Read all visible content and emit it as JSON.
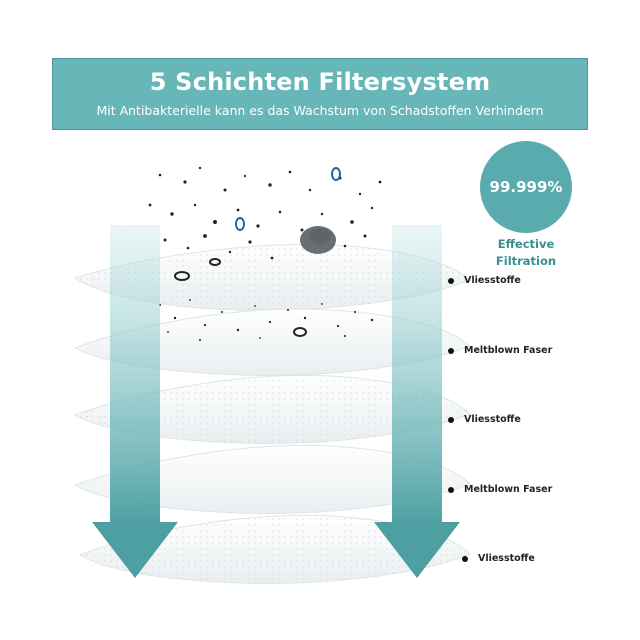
{
  "banner": {
    "title": "5 Schichten Filtersystem",
    "subtitle": "Mit Antibakterielle kann es das Wachstum von Schadstoffen Verhindern",
    "color": "#67b6b8"
  },
  "badge": {
    "value": "99.999%",
    "caption_line1": "Effective",
    "caption_line2": "Filtration",
    "color": "#5aabad"
  },
  "layers": [
    {
      "label": "Vliesstoffe"
    },
    {
      "label": "Meltblown Faser"
    },
    {
      "label": "Vliesstoffe"
    },
    {
      "label": "Meltblown Faser"
    },
    {
      "label": "Vliesstoffe"
    }
  ],
  "arrow_color": "#5fa9ab"
}
